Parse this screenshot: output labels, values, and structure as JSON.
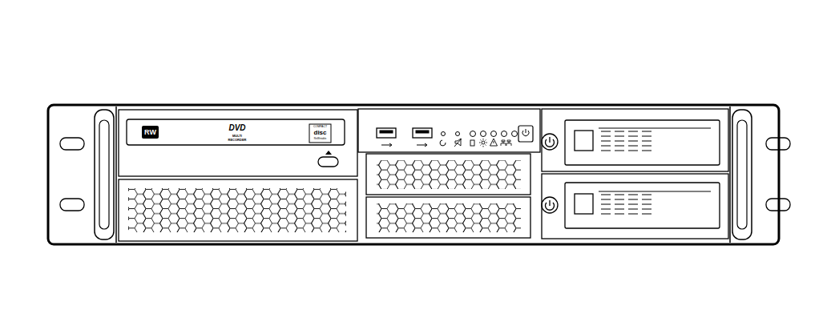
{
  "diagram": {
    "labels": [
      "RW",
      "DVD",
      "MULTI",
      "RECORDER",
      "COMPACT",
      "disc",
      "ReWritable"
    ]
  }
}
